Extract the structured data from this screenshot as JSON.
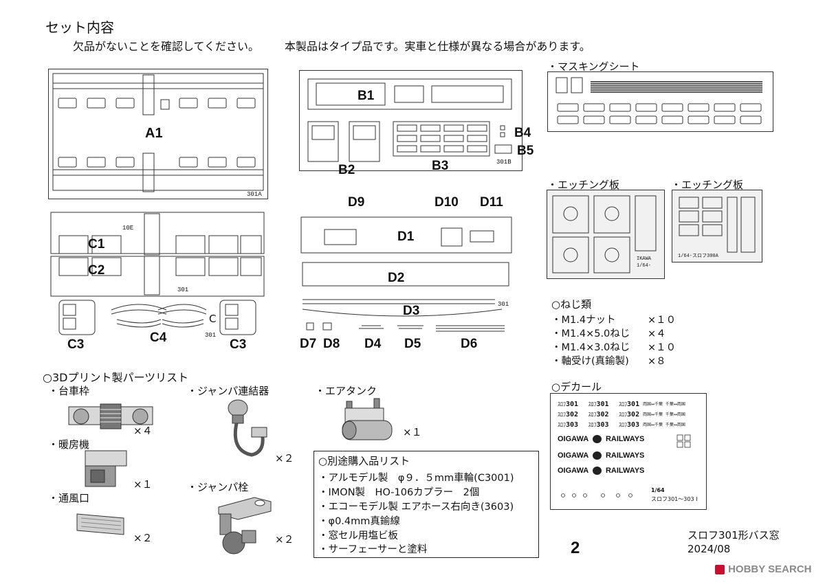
{
  "header": {
    "title": "セット内容",
    "note_missing": "欠品がないことを確認してください。",
    "note_type": "本製品はタイプ品です。実車と仕様が異なる場合があります。"
  },
  "sheet_codes": {
    "a": "301A",
    "b": "301B",
    "c_upper": "10E",
    "c_mid": "301",
    "c_lower": "301",
    "c_letter": "C",
    "d": "301"
  },
  "parts": {
    "A1": "A1",
    "B1": "B1",
    "B2": "B2",
    "B3": "B3",
    "B4": "B4",
    "B5": "B5",
    "C1": "C1",
    "C2": "C2",
    "C3_left": "C3",
    "C4": "C4",
    "C3_right": "C3",
    "D1": "D1",
    "D2": "D2",
    "D3": "D3",
    "D4": "D4",
    "D5": "D5",
    "D6": "D6",
    "D7": "D7",
    "D8": "D8",
    "D9": "D9",
    "D10": "D10",
    "D11": "D11"
  },
  "masking": {
    "title": "・マスキングシート"
  },
  "etching": {
    "title1": "・エッチング板",
    "title2": "・エッチング板",
    "plate1_code_a": "IKAWA",
    "plate1_code_b": "1/64-",
    "plate2_code": "1/64-スロフ300A"
  },
  "screws": {
    "title": "○ねじ類",
    "items": [
      {
        "name": "・M1.4ナット",
        "qty": "×１０"
      },
      {
        "name": "・M1.4×5.0ねじ",
        "qty": "×４"
      },
      {
        "name": "・M1.4×3.0ねじ",
        "qty": "×１０"
      },
      {
        "name": "・軸受け(真鍮製)",
        "qty": "×８"
      }
    ]
  },
  "decal": {
    "title": "○デカール",
    "nums": [
      "301",
      "302",
      "303"
    ],
    "prefix": "ｽﾛﾌ",
    "dest_a": "両国↔千葉",
    "dest_b": "千葉↔両国",
    "brand_left": "OIGAWA",
    "brand_right": "RAILWAYS",
    "scale": "1/64",
    "model": "スロフ301～303 I"
  },
  "printed": {
    "title": "○3Dプリント製パーツリスト",
    "bogie": {
      "label": "・台車枠",
      "qty": "×４"
    },
    "jumper_coupler": {
      "label": "・ジャンパ連結器",
      "qty": "×２"
    },
    "air_tank": {
      "label": "・エアタンク",
      "qty": "×１"
    },
    "heater": {
      "label": "・暖房機",
      "qty": "×１"
    },
    "vent": {
      "label": "・通風口",
      "qty": "×２"
    },
    "jumper_plug": {
      "label": "・ジャンパ栓",
      "qty": "×２"
    }
  },
  "purchase": {
    "title": "○別途購入品リスト",
    "items": [
      "・アルモデル製　φ９．５mm車輪(C3001)",
      "・IMON製　HO-106カプラー　2個",
      "・エコーモデル製 エアホース右向き(3603)",
      "・φ0.4mm真鍮線",
      "・窓セル用塩ビ板",
      "・サーフェーサーと塗料"
    ]
  },
  "footer": {
    "page_number": "2",
    "product": "スロフ301形バス窓",
    "date": "2024/08",
    "watermark": "HOBBY SEARCH"
  },
  "colors": {
    "ink": "#111111",
    "watermark": "#8a8a8a",
    "watermark_mark": "#c8102e"
  }
}
